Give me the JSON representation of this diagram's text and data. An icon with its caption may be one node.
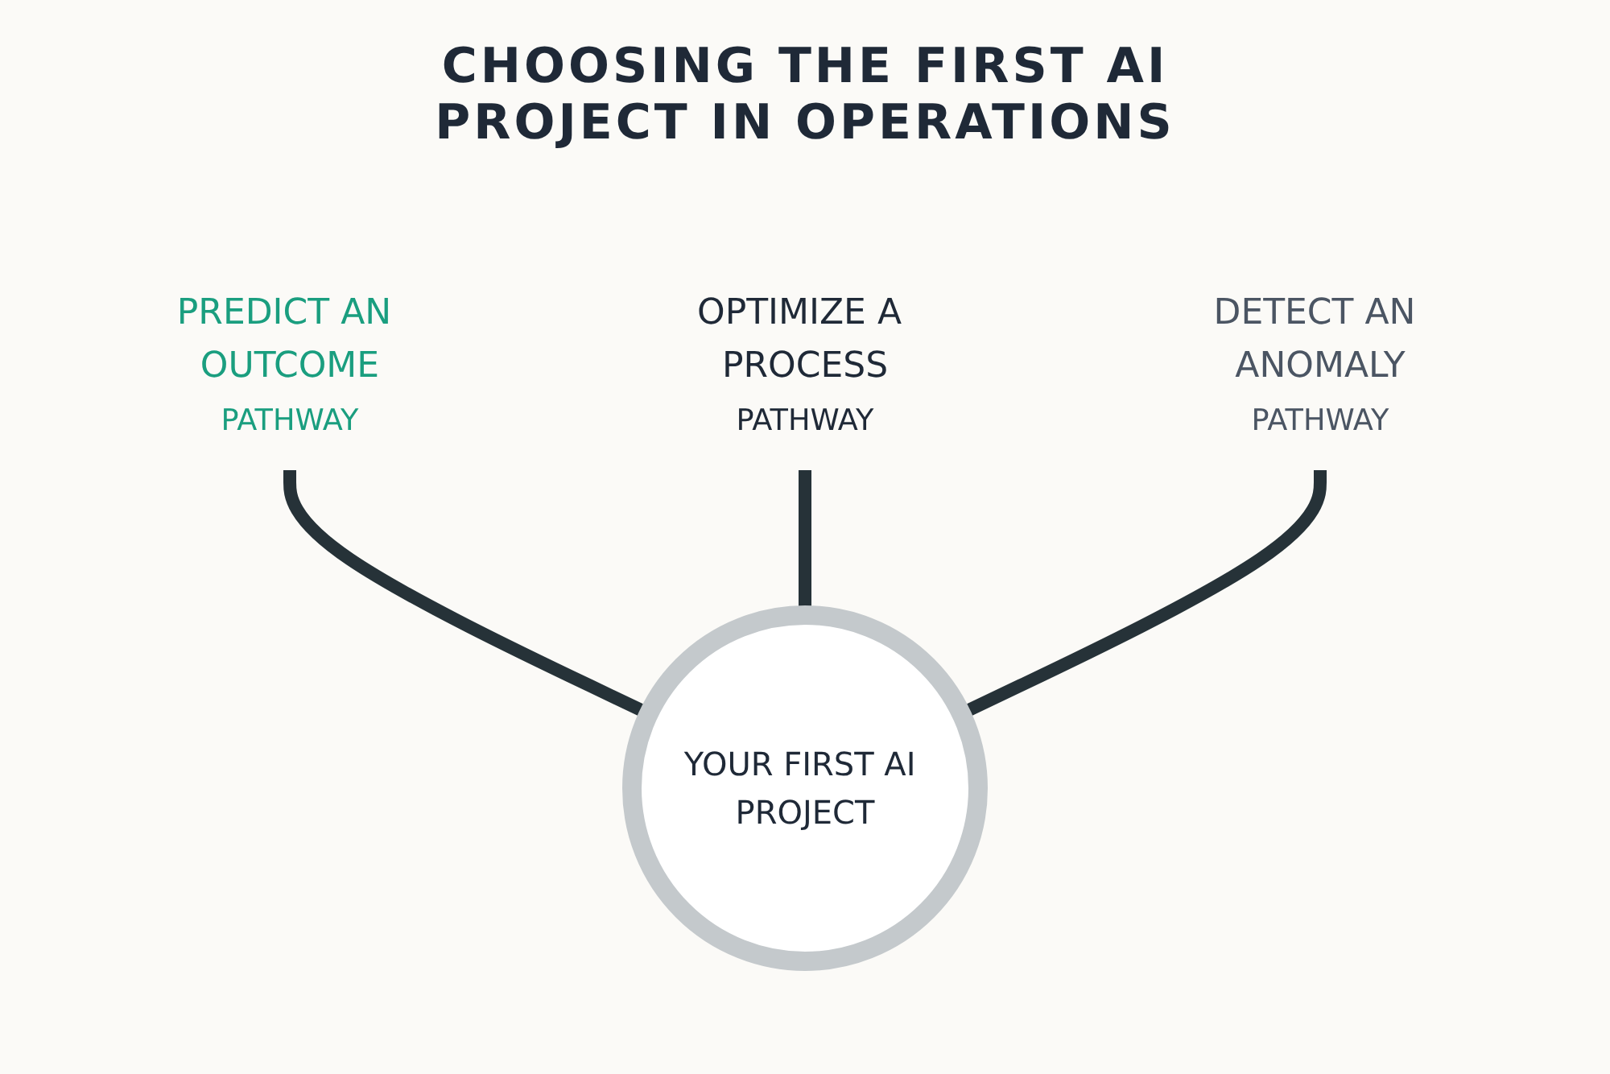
{
  "diagram": {
    "title": "CHOOSING THE FIRST AI PROJECT IN OPERATIONS",
    "nodes": [
      {
        "text": [
          "PREDICT AN OUTCOME",
          "PATHWAY"
        ]
      },
      {
        "text": [
          "OPTIMIZE A PROCESS",
          "PATHWAY"
        ]
      },
      {
        "text": [
          "DETECT AN ANOMALY",
          "PATHWAY"
        ]
      },
      {
        "text": [
          "YOUR FIRST AI PROJECT"
        ]
      }
    ],
    "edges": [
      {
        "from": 0,
        "to": 3,
        "arrow": "none"
      },
      {
        "from": 1,
        "to": 3,
        "arrow": "none"
      },
      {
        "from": 2,
        "to": 3,
        "arrow": "none"
      }
    ]
  }
}
